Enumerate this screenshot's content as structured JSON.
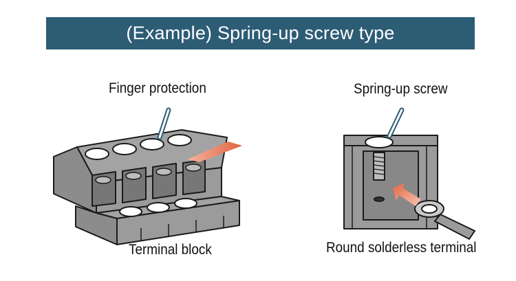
{
  "title": "(Example) Spring-up screw type",
  "labels": {
    "finger_protection": "Finger protection",
    "terminal_block": "Terminal block",
    "spring_up_screw": "Spring-up screw",
    "round_terminal": "Round solderless terminal"
  },
  "colors": {
    "banner": "#2d5c75",
    "body_gray": "#9b9b9b",
    "arrow": "#e8775a"
  }
}
